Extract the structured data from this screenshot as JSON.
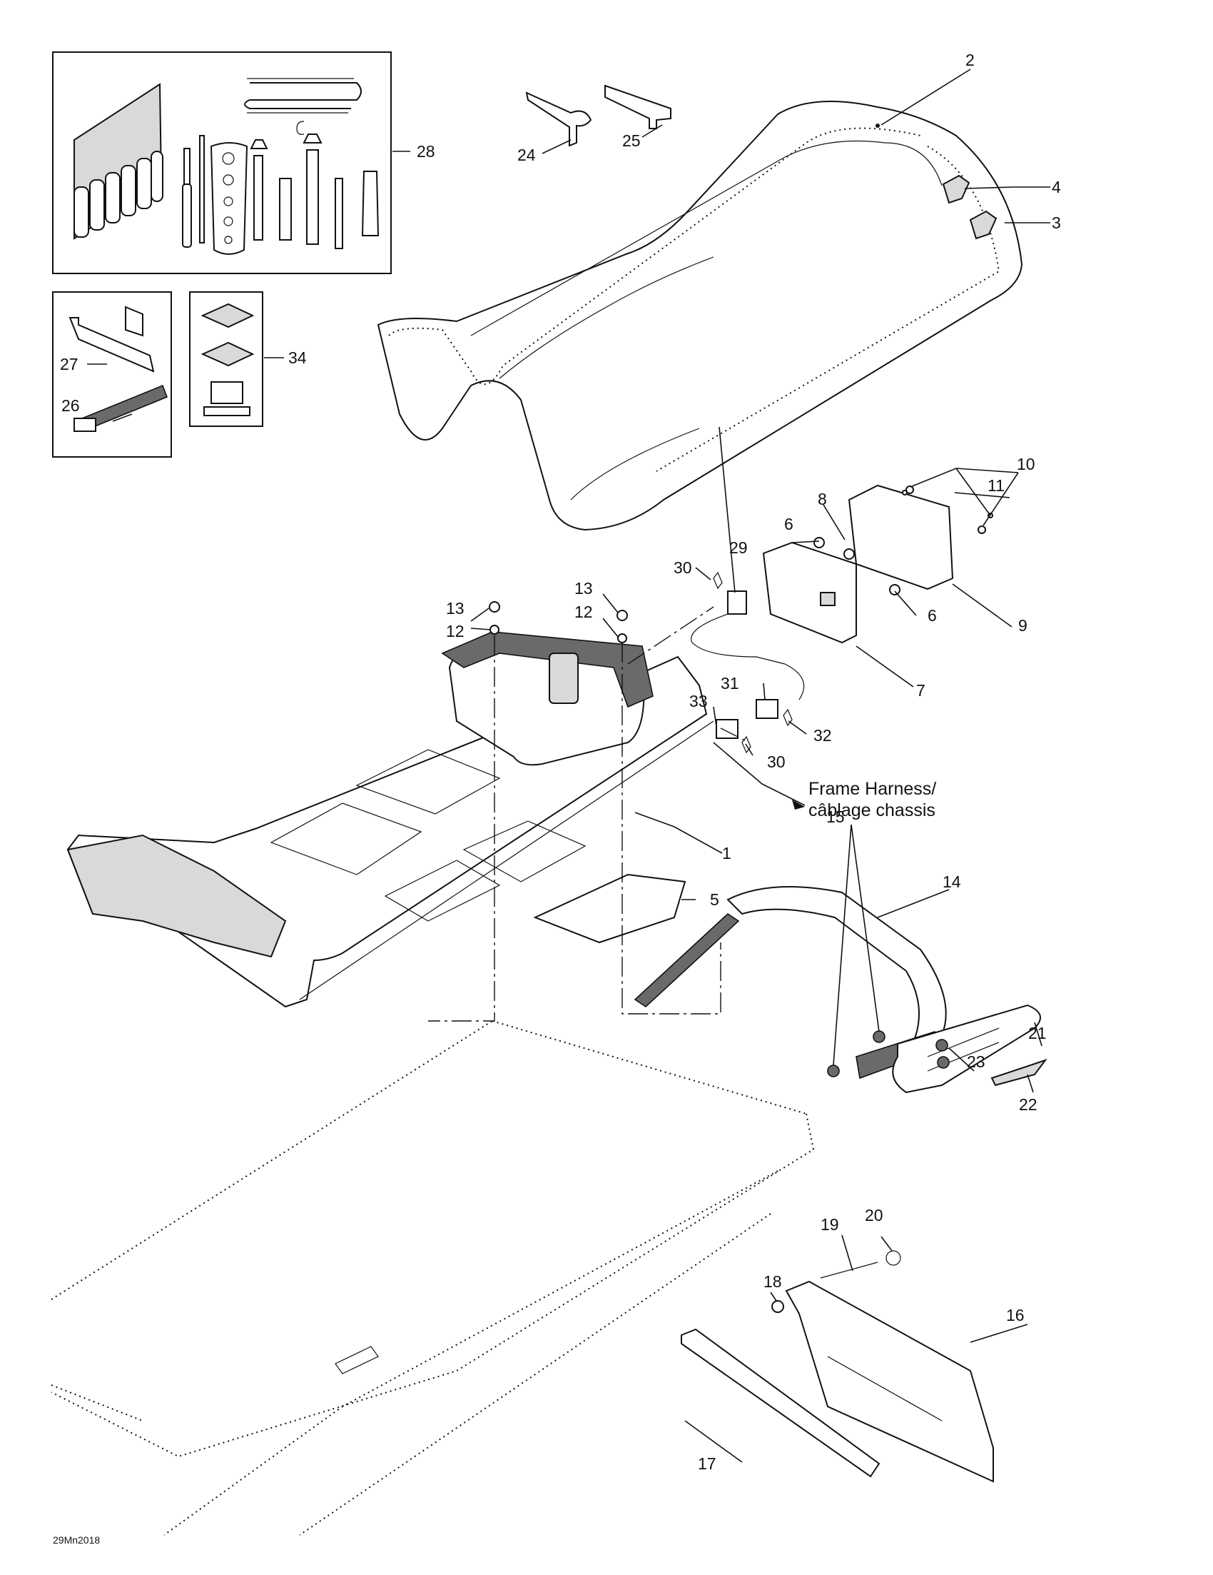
{
  "diagram": {
    "part_numbers": [
      "1",
      "2",
      "3",
      "4",
      "5",
      "6",
      "7",
      "8",
      "9",
      "10",
      "11",
      "12",
      "13",
      "14",
      "15",
      "16",
      "17",
      "18",
      "19",
      "20",
      "21",
      "22",
      "23",
      "24",
      "25",
      "26",
      "27",
      "28",
      "29",
      "30",
      "31",
      "32",
      "33",
      "34"
    ],
    "callouts": {
      "p1": "1",
      "p2": "2",
      "p3": "3",
      "p4": "4",
      "p5": "5",
      "p6a": "6",
      "p6b": "6",
      "p7": "7",
      "p8": "8",
      "p9": "9",
      "p10": "10",
      "p11": "11",
      "p12a": "12",
      "p12b": "12",
      "p13a": "13",
      "p13b": "13",
      "p14": "14",
      "p15": "15",
      "p16": "16",
      "p17": "17",
      "p18": "18",
      "p19": "19",
      "p20": "20",
      "p21": "21",
      "p22": "22",
      "p23": "23",
      "p24": "24",
      "p25": "25",
      "p26": "26",
      "p27": "27",
      "p28": "28",
      "p29": "29",
      "p30a": "30",
      "p30b": "30",
      "p31": "31",
      "p32": "32",
      "p33": "33",
      "p34": "34"
    },
    "harness_note_line1": "Frame Harness/",
    "harness_note_line2": "câblage chassis",
    "drawing_code": "29Mn2018"
  }
}
